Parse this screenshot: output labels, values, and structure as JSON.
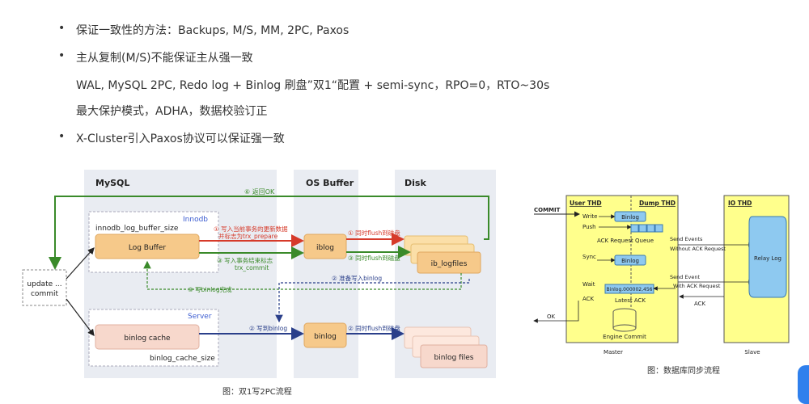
{
  "bullets": {
    "b1": "保证一致性的方法：Backups, M/S, MM, 2PC, Paxos",
    "b2": "主从复制(M/S)不能保证主从强一致",
    "b2_sub1": "WAL, MySQL 2PC, Redo log + Binlog 刷盘”双1“配置 + semi-sync，RPO=0，RTO~30s",
    "b2_sub2": "最大保护模式，ADHA，数据校验订正",
    "b3": "X-Cluster引入Paxos协议可以保证强一致",
    "bullet_glyph": "•"
  },
  "diagram_left": {
    "section_mysql": "MySQL",
    "section_os_buffer": "OS Buffer",
    "section_disk": "Disk",
    "innodb_title": "Innodb",
    "innodb_param": "innodb_log_buffer_size",
    "server_title": "Server",
    "log_buffer": "Log Buffer",
    "binlog_cache": "binlog cache",
    "binlog_cache_size": "binlog_cache_size",
    "iblog": "iblog",
    "binlog": "binlog",
    "ib_logfiles": "ib_logfiles",
    "binlog_files": "binlog files",
    "update_commit_1": "update ...",
    "update_commit_2": "commit",
    "step6": "⑥ 返回OK",
    "step1a": "① 写入当前事务的更新数据",
    "step1b": "并标志为trx_prepare",
    "step1c": "① 同时flush到磁盘",
    "step3a": "③ 写入事务结束标志",
    "step3b": "trx_commit",
    "step3c": "③ 同时flush到磁盘",
    "step3d": "③ 写binlog完成",
    "step2a": "② 准备写入binlog",
    "step2b": "② 写到binlog",
    "step2c": "② 同时flush到磁盘",
    "caption": "图：双1写2PC流程"
  },
  "diagram_right": {
    "commit": "COMMIT",
    "user_thd": "User THD",
    "dump_thd": "Dump THD",
    "io_thd": "IO THD",
    "write": "Write",
    "push": "Push",
    "binlog1": "Binlog",
    "ack_queue": "ACK Request Queue",
    "sync": "Sync",
    "binlog2": "Binlog",
    "wait": "Wait",
    "binlog_pos": "Binlog.000002,456",
    "ack": "ACK",
    "latest_ack": "Latest ACK",
    "engine_commit": "Engine Commit",
    "ok": "OK",
    "send_events_1": "Send Events",
    "without_ack": "Without ACK Request",
    "send_events_2": "Send Event",
    "with_ack": "With ACK Request",
    "ack2": "ACK",
    "relay_log": "Relay Log",
    "master": "Master",
    "slave": "Slave",
    "caption": "图：数据库同步流程"
  },
  "colors": {
    "red": "#d63a2a",
    "green": "#3a8a2a",
    "blue": "#2a3f8a",
    "box_orange": "#f6c98a",
    "box_pink": "#f7d8cc",
    "yellow": "#ffff8c",
    "accent": "#2f80ed"
  }
}
